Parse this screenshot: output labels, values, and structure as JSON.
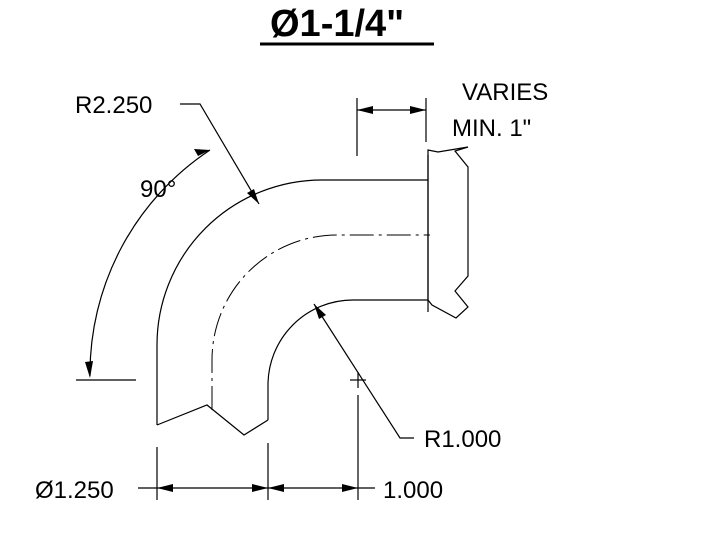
{
  "title": "Ø1-1/4\"",
  "labels": {
    "outer_radius": "R2.250",
    "angle": "90°",
    "varies_line1": "VARIES",
    "varies_line2": "MIN. 1\"",
    "inner_radius": "R1.000",
    "diameter": "Ø1.250",
    "offset": "1.000"
  }
}
